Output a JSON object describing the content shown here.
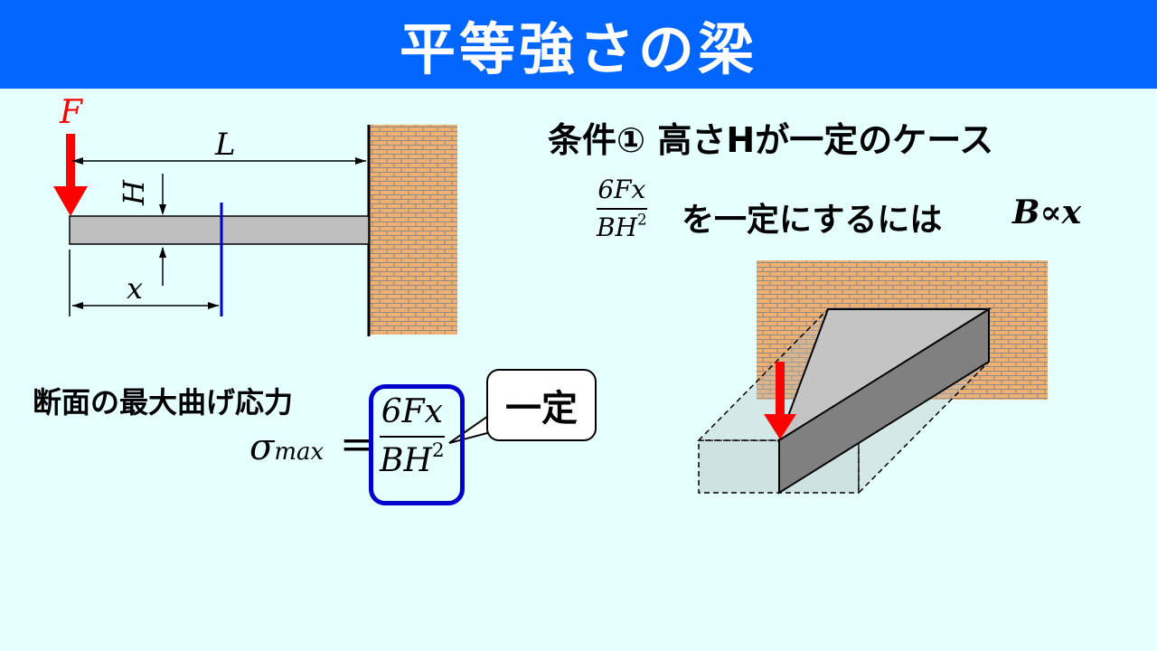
{
  "title": "平等強さの梁",
  "beam_diagram": {
    "force_label": "F",
    "length_label": "L",
    "height_label": "H",
    "position_label": "x"
  },
  "condition": {
    "heading": "条件① 高さHが一定のケース",
    "fraction_num": "6Fx",
    "fraction_den_base": "BH",
    "fraction_den_exp": "2",
    "text": "を一定にするには",
    "proportional_left": "B",
    "proportional_symbol": "∝",
    "proportional_right": "x"
  },
  "stress": {
    "label": "断面の最大曲げ応力",
    "sigma": "σ",
    "subscript": "max",
    "equals": "=",
    "num": "6Fx",
    "den_base": "BH",
    "den_exp": "2",
    "callout": "一定"
  },
  "colors": {
    "title_bg": "#0066ff",
    "background": "#e6ffff",
    "force_arrow": "#ff0000",
    "section_line": "#0000cc",
    "wall_fill": "#f0b070",
    "beam_fill": "#bfbfbf"
  }
}
